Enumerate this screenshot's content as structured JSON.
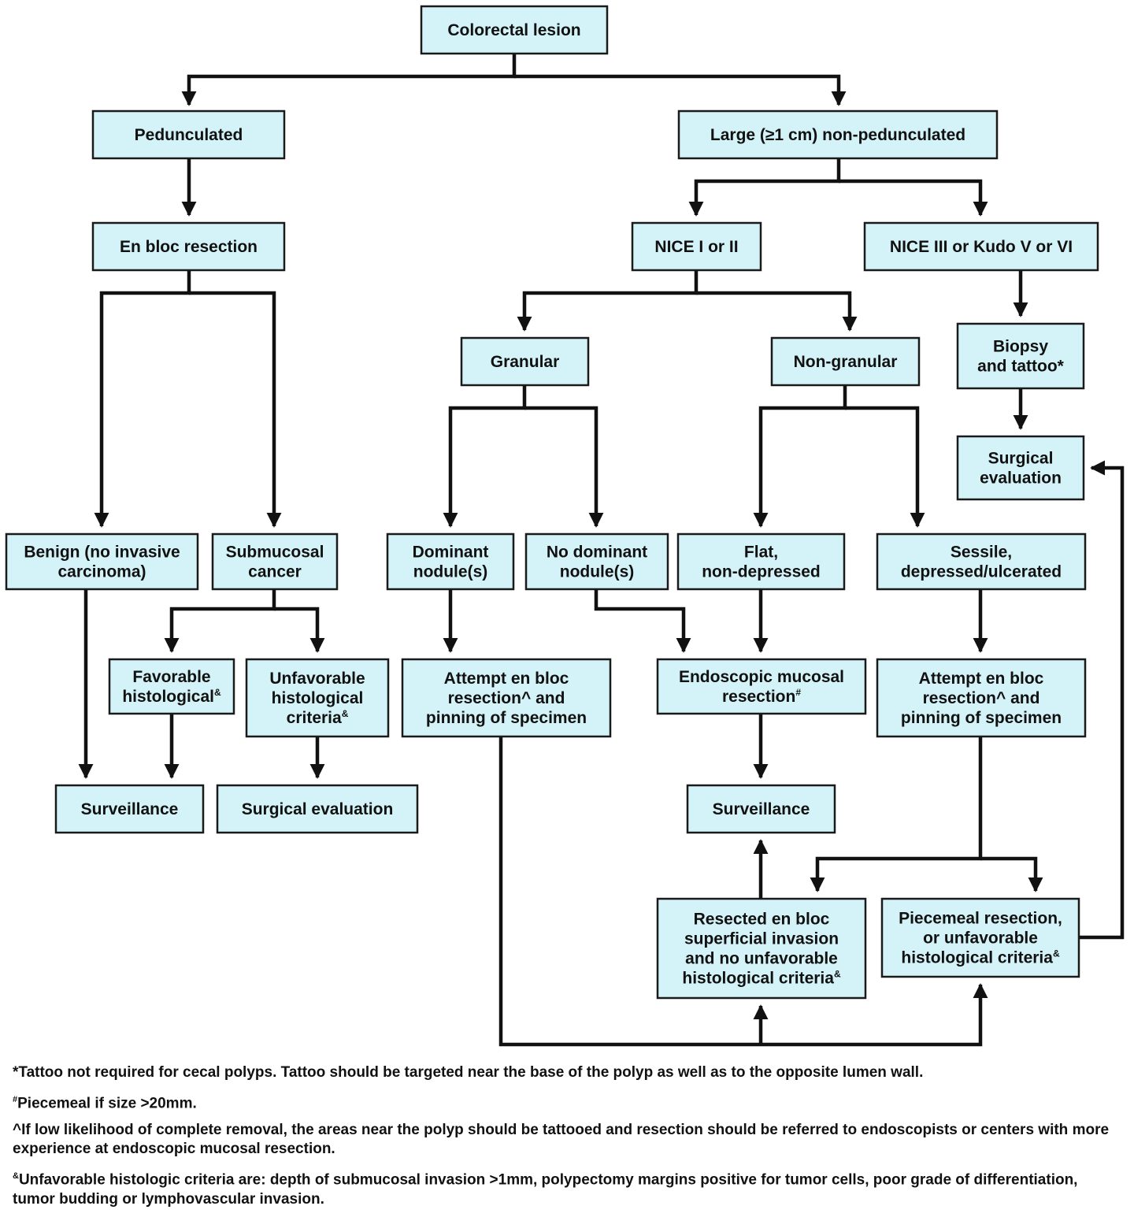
{
  "nodes": {
    "colorectal_lesion": [
      "Colorectal lesion"
    ],
    "pedunculated": [
      "Pedunculated"
    ],
    "large_non_pedunculated": [
      "Large (≥1 cm) non-pedunculated"
    ],
    "en_bloc_resection": [
      "En bloc resection"
    ],
    "nice_1_2": [
      "NICE I or II"
    ],
    "nice_3_kudo": [
      "NICE III or Kudo V or VI"
    ],
    "granular": [
      "Granular"
    ],
    "non_granular": [
      "Non-granular"
    ],
    "biopsy_tattoo": [
      "Biopsy",
      "and tattoo*"
    ],
    "surgical_eval_top": [
      "Surgical",
      "evaluation"
    ],
    "benign": [
      "Benign (no invasive",
      "carcinoma)"
    ],
    "submucosal_cancer": [
      "Submucosal",
      "cancer"
    ],
    "dominant_nodules": [
      "Dominant",
      "nodule(s)"
    ],
    "no_dominant_nodules": [
      "No dominant",
      "nodule(s)"
    ],
    "flat_non_depressed": [
      "Flat,",
      "non-depressed"
    ],
    "sessile_depressed": [
      "Sessile,",
      "depressed/ulcerated"
    ],
    "favorable_histological": [
      "Favorable",
      "histological&"
    ],
    "unfavorable_histological": [
      "Unfavorable",
      "histological",
      "criteria&"
    ],
    "attempt_en_bloc_left": [
      "Attempt en bloc",
      "resection^ and",
      "pinning of specimen"
    ],
    "endoscopic_mucosal": [
      "Endoscopic mucosal",
      "resection#"
    ],
    "attempt_en_bloc_right": [
      "Attempt en bloc",
      "resection^ and",
      "pinning of specimen"
    ],
    "surveillance_left": [
      "Surveillance"
    ],
    "surgical_eval_left": [
      "Surgical evaluation"
    ],
    "surveillance_mid": [
      "Surveillance"
    ],
    "resected_en_bloc": [
      "Resected en bloc",
      "superficial invasion",
      "and no unfavorable",
      "histological criteria&"
    ],
    "piecemeal_resection": [
      "Piecemeal resection,",
      "or unfavorable",
      "histological criteria&"
    ]
  },
  "footnotes": {
    "tattoo": "*Tattoo not required for cecal polyps. Tattoo should be targeted near the base of the polyp as well as to the opposite lumen wall.",
    "piecemeal_mark": "#",
    "piecemeal": "Piecemeal if size >20mm.",
    "low_likelihood": "^If low likelihood of complete removal, the areas near the polyp should be tattooed and resection should be referred to endoscopists or centers with more experience at endoscopic mucosal resection.",
    "unfavorable_mark": "&",
    "unfavorable": "Unfavorable histologic criteria are: depth of submucosal invasion >1mm, polypectomy margins positive for tumor cells, poor grade of differentiation, tumor budding or lymphovascular invasion."
  },
  "colors": {
    "box_fill": "#d4f3f8",
    "box_stroke": "#1a1a1a",
    "line": "#111111"
  }
}
